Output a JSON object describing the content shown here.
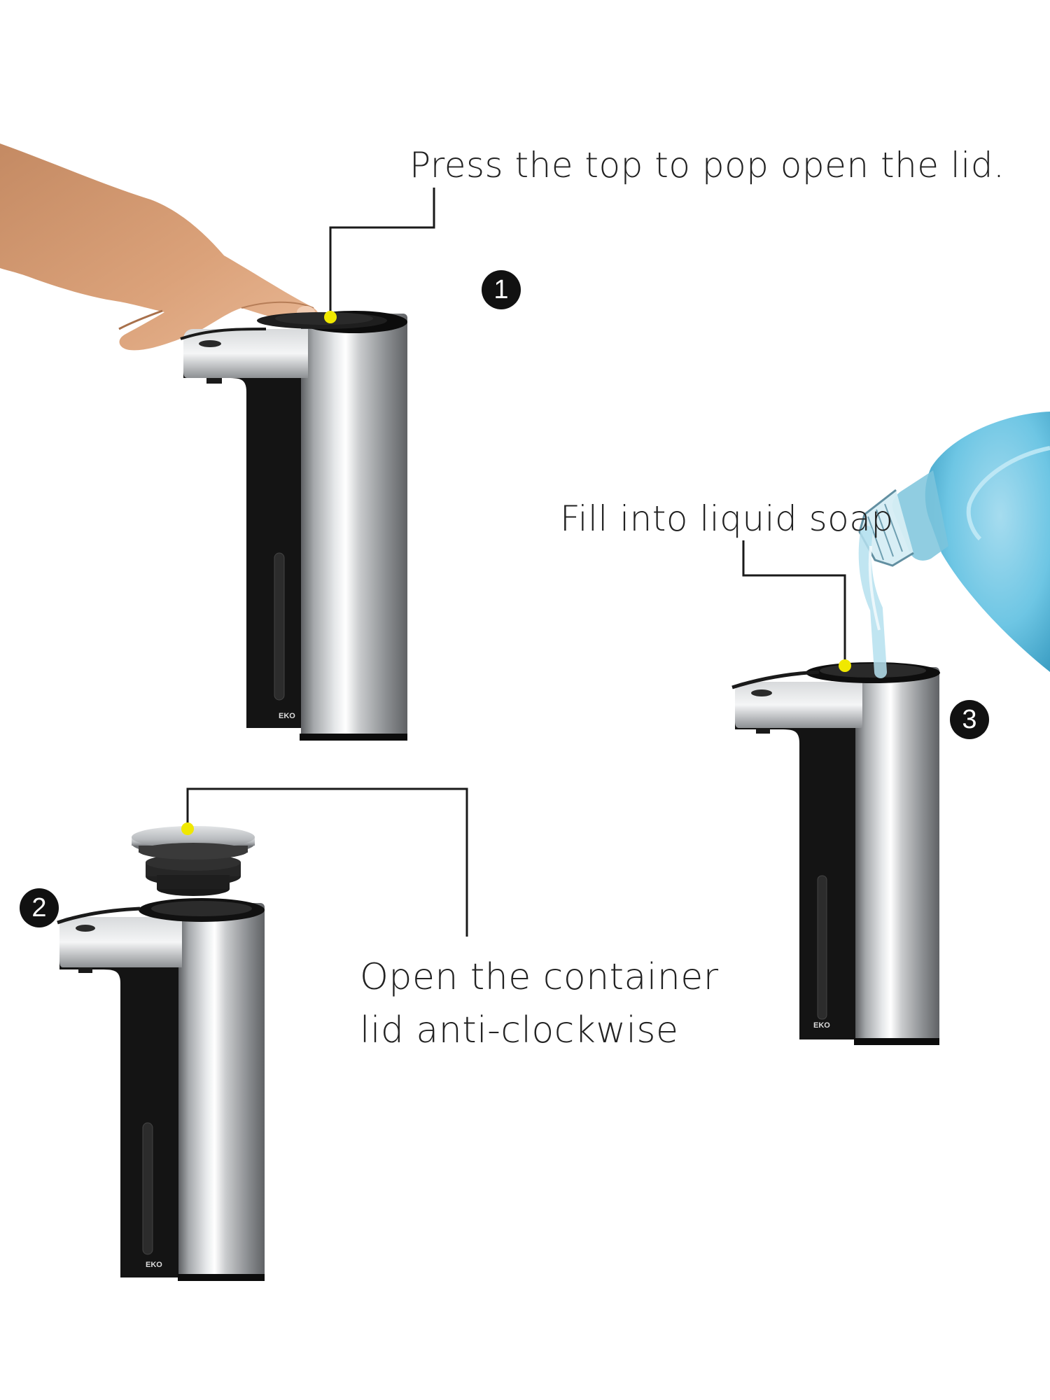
{
  "steps": [
    {
      "number": "1",
      "caption": "Press the top to pop open the lid."
    },
    {
      "number": "2",
      "caption_line1": "Open the container",
      "caption_line2": "lid anti-clockwise"
    },
    {
      "number": "3",
      "caption": "Fill into liquid soap"
    }
  ],
  "brand_mark": "EKO",
  "colors": {
    "callout_line": "#1a1a1a",
    "callout_dot": "#f0e800",
    "badge": "#111111",
    "soap": "#6ec6e4"
  }
}
